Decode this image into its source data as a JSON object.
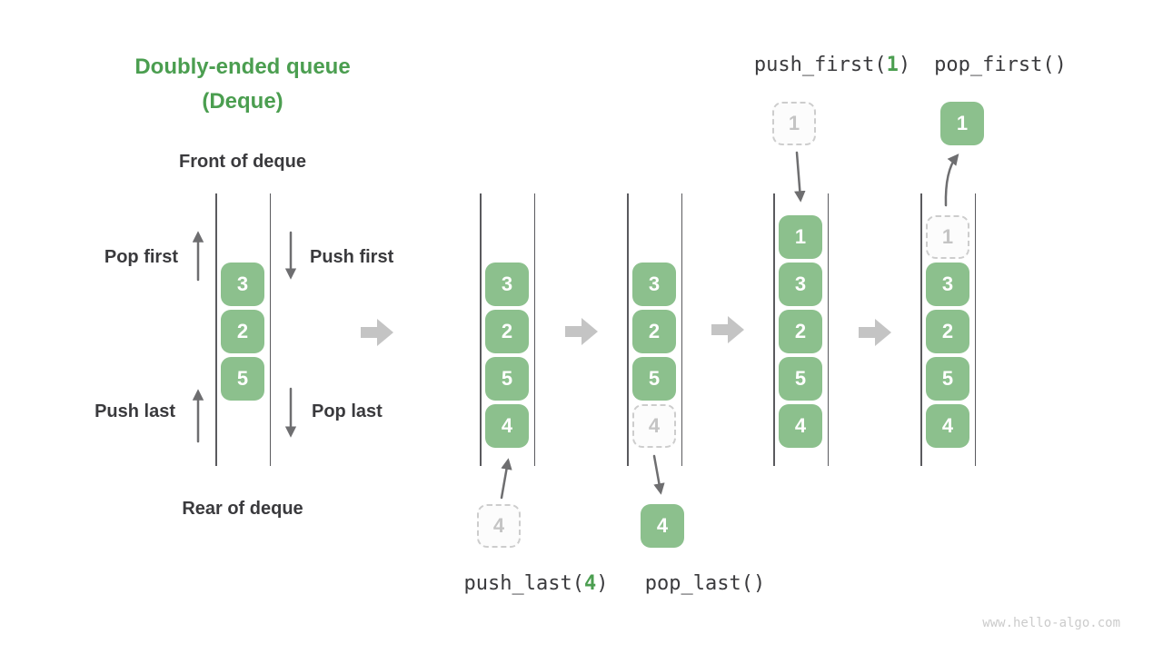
{
  "title": {
    "line1": "Doubly-ended queue",
    "line2": "(Deque)"
  },
  "side_labels": {
    "front": "Front of deque",
    "rear": "Rear of deque",
    "pop_first": "Pop first",
    "push_first": "Push first",
    "push_last": "Push last",
    "pop_last": "Pop last"
  },
  "operations": {
    "push_first": {
      "prefix": "push_first(",
      "arg": "1",
      "suffix": ")"
    },
    "pop_first": {
      "text": "pop_first()"
    },
    "push_last": {
      "prefix": "push_last(",
      "arg": "4",
      "suffix": ")"
    },
    "pop_last": {
      "text": "pop_last()"
    }
  },
  "queues": [
    {
      "id": "initial",
      "cells": [
        {
          "value": "3",
          "state": "normal",
          "row": 1
        },
        {
          "value": "2",
          "state": "normal",
          "row": 2
        },
        {
          "value": "5",
          "state": "normal",
          "row": 3
        }
      ]
    },
    {
      "id": "after-push-last",
      "cells": [
        {
          "value": "3",
          "state": "normal",
          "row": 1
        },
        {
          "value": "2",
          "state": "normal",
          "row": 2
        },
        {
          "value": "5",
          "state": "normal",
          "row": 3
        },
        {
          "value": "4",
          "state": "normal",
          "row": 4
        }
      ]
    },
    {
      "id": "after-pop-last",
      "cells": [
        {
          "value": "3",
          "state": "normal",
          "row": 1
        },
        {
          "value": "2",
          "state": "normal",
          "row": 2
        },
        {
          "value": "5",
          "state": "normal",
          "row": 3
        },
        {
          "value": "4",
          "state": "ghost",
          "row": 4
        }
      ]
    },
    {
      "id": "after-push-first",
      "cells": [
        {
          "value": "1",
          "state": "normal",
          "row": 0
        },
        {
          "value": "3",
          "state": "normal",
          "row": 1
        },
        {
          "value": "2",
          "state": "normal",
          "row": 2
        },
        {
          "value": "5",
          "state": "normal",
          "row": 3
        },
        {
          "value": "4",
          "state": "normal",
          "row": 4
        }
      ]
    },
    {
      "id": "after-pop-first",
      "cells": [
        {
          "value": "1",
          "state": "ghost",
          "row": 0
        },
        {
          "value": "3",
          "state": "normal",
          "row": 1
        },
        {
          "value": "2",
          "state": "normal",
          "row": 2
        },
        {
          "value": "5",
          "state": "normal",
          "row": 3
        },
        {
          "value": "4",
          "state": "normal",
          "row": 4
        }
      ]
    }
  ],
  "floating_cells": [
    {
      "id": "push-last-source",
      "value": "4",
      "state": "ghost"
    },
    {
      "id": "pop-last-result",
      "value": "4",
      "state": "normal"
    },
    {
      "id": "push-first-source",
      "value": "1",
      "state": "ghost"
    },
    {
      "id": "pop-first-result",
      "value": "1",
      "state": "normal"
    }
  ],
  "watermark": "www.hello-algo.com",
  "colors": {
    "cell_green": "#8cc08d",
    "title_green": "#4b9e50",
    "text_dark": "#3a3a3d",
    "arrow_gray": "#6e6e70",
    "big_arrow_gray": "#c4c4c4",
    "ghost_border": "#cdcdcd",
    "ghost_text": "#c4c4c4",
    "wall_gray": "#5a5a5e",
    "watermark_gray": "#cbcbcb"
  }
}
